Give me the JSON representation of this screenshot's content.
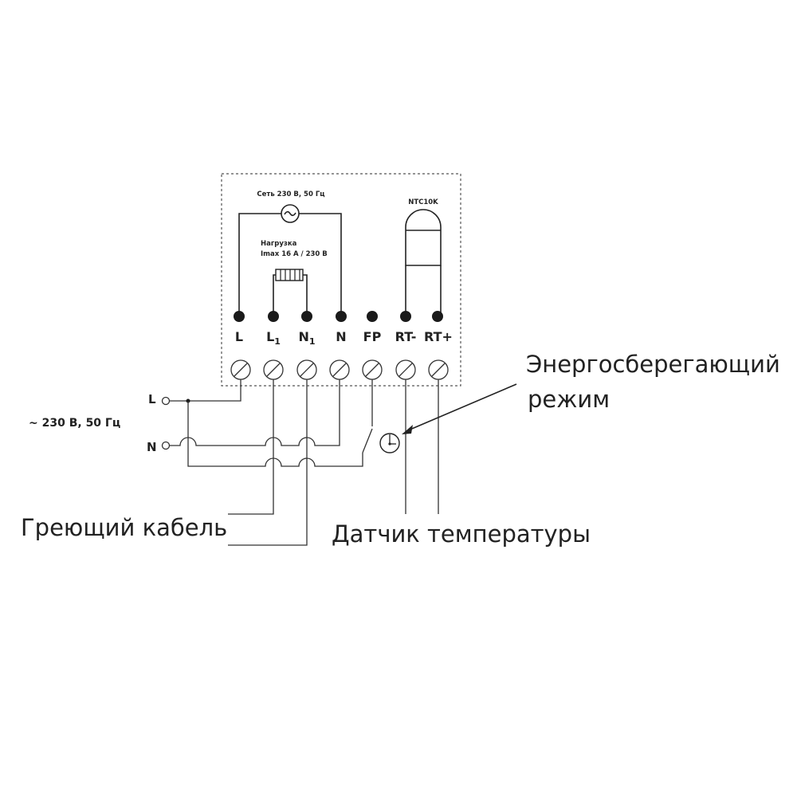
{
  "colors": {
    "ink": "#222222",
    "background": "#ffffff"
  },
  "internal": {
    "supply_label": "Сеть 230 В, 50 Гц",
    "load_label_line1": "Нагрузка",
    "load_label_line2": "Imax 16 A / 230 B",
    "sensor_model": "NTC10K"
  },
  "terminals": [
    {
      "main": "L",
      "sub": ""
    },
    {
      "main": "L",
      "sub": "1"
    },
    {
      "main": "N",
      "sub": "1"
    },
    {
      "main": "N",
      "sub": ""
    },
    {
      "main": "FP",
      "sub": ""
    },
    {
      "main": "RT-",
      "sub": ""
    },
    {
      "main": "RT+",
      "sub": ""
    }
  ],
  "mains": {
    "line": "L",
    "neutral": "N",
    "supply": "~ 230 В, 50 Гц"
  },
  "callouts": {
    "energy_saving_line1": "Энергосберегающий",
    "energy_saving_line2": "режим",
    "heating_cable": "Греющий кабель",
    "temperature_sensor": "Датчик температуры"
  },
  "icons": {
    "supply": "ac-source-icon",
    "load": "load-resistor-icon",
    "sensor": "ntc-sensor-icon",
    "timer": "clock-timer-icon",
    "switch": "switch-icon",
    "terminal": "screw-terminal-icon"
  }
}
